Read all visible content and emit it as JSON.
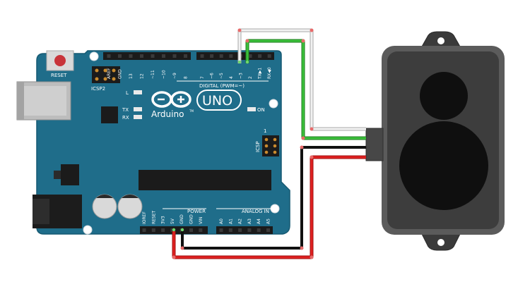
{
  "board": {
    "brand": "Arduino",
    "model": "UNO",
    "trademark": "TM",
    "reset_label": "RESET",
    "icsp2_label": "ICSP2",
    "icsp_label": "ICSP",
    "icsp_pin1": "1",
    "led_l": "L",
    "led_tx": "TX",
    "led_rx": "RX",
    "led_on": "ON",
    "digital_label": "DIGITAL (PWM=~)",
    "power_label": "POWER",
    "analog_label": "ANALOG IN",
    "top_pins": [
      "AREF",
      "GND",
      "13",
      "12",
      "~11",
      "~10",
      "~9",
      "8",
      "7",
      "~6",
      "~5",
      "4",
      "~3",
      "2",
      "TX▶1",
      "RX◀0"
    ],
    "power_pins": [
      "IOREF",
      "RESET",
      "3V3",
      "5V",
      "GND",
      "GND",
      "VIN"
    ],
    "analog_pins": [
      "A0",
      "A1",
      "A2",
      "A3",
      "A4",
      "A5"
    ]
  },
  "colors": {
    "board": "#1f6d8a",
    "board_dark": "#17546b",
    "header": "#1b1b1b",
    "sensor_body": "#3d3d3d",
    "sensor_frame": "#5b5b5b",
    "lens": "#0f0f0f",
    "wire_red": "#e02020",
    "wire_black": "#111111",
    "wire_green": "#3bc13b",
    "wire_white": "#f2f2f2",
    "usb": "#b9b9b9",
    "reset_button": "#c8343a"
  },
  "wires": [
    {
      "name": "5v-red-wire",
      "color": "red",
      "from": "5V",
      "to": "sensor"
    },
    {
      "name": "gnd-black-wire",
      "color": "black",
      "from": "GND",
      "to": "sensor"
    },
    {
      "name": "pin2-green-wire",
      "color": "green",
      "from": "2",
      "to": "sensor"
    },
    {
      "name": "pin3-white-wire",
      "color": "white",
      "from": "3",
      "to": "sensor"
    }
  ]
}
